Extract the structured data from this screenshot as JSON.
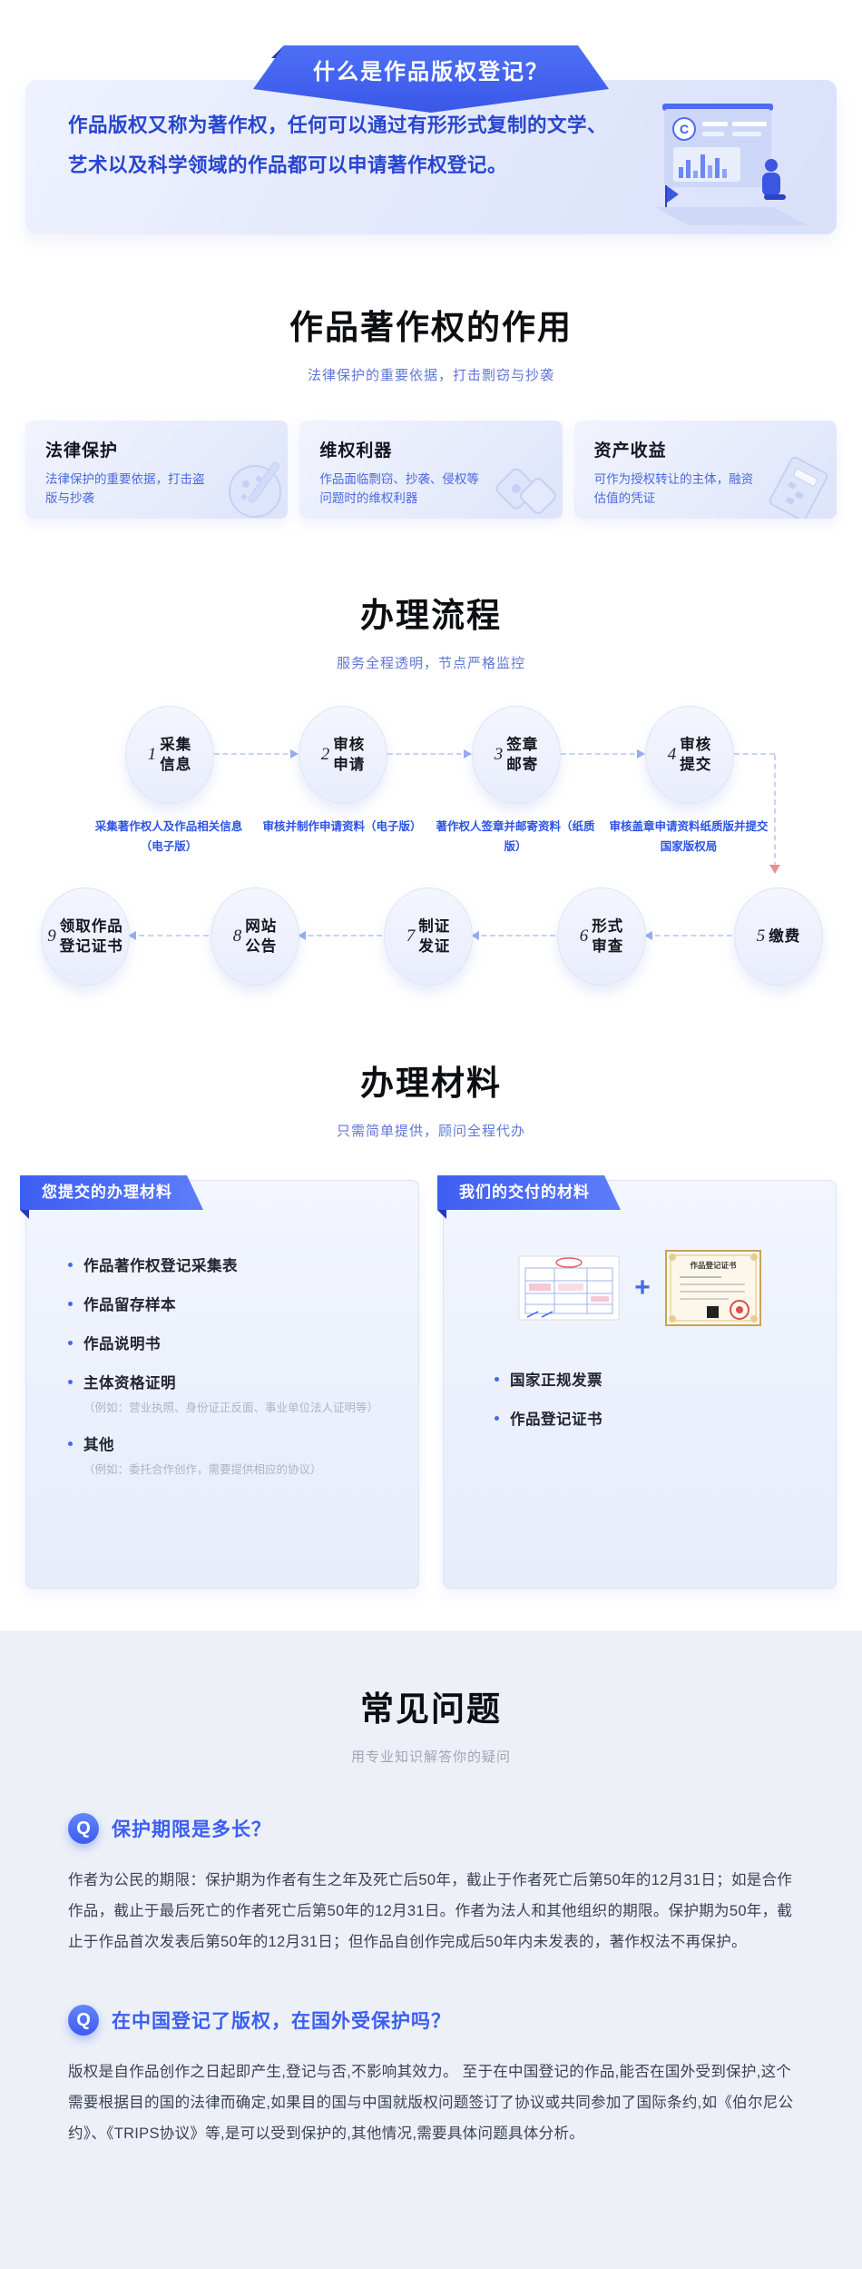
{
  "banner": {
    "ribbon_title": "什么是作品版权登记？",
    "desc_line1": "作品版权又称为著作权，任何可以通过有形形式复制的文学、",
    "desc_line2": "艺术以及科学领域的作品都可以申请著作权登记。",
    "illustration": "presentation-board-with-chart-and-person",
    "board_badge": "C"
  },
  "roles": {
    "title": "作品著作权的作用",
    "subtitle": "法律保护的重要依据，打击剽窃与抄袭",
    "cards": [
      {
        "title": "法律保护",
        "desc": "法律保护的重要依据，打击盗版与抄袭",
        "icon": "palette-icon"
      },
      {
        "title": "维权利器",
        "desc": "作品面临剽窃、抄袭、侵权等问题时的维权利器",
        "icon": "seal-stamp-icon"
      },
      {
        "title": "资产收益",
        "desc": "可作为授权转让的主体，融资估值的凭证",
        "icon": "calculator-icon"
      }
    ]
  },
  "process": {
    "title": "办理流程",
    "subtitle": "服务全程透明，节点严格监控",
    "steps_row1": [
      {
        "num": "1",
        "line1": "采集",
        "line2": "信息",
        "desc": "采集著作权人及作品相关信息（电子版）"
      },
      {
        "num": "2",
        "line1": "审核",
        "line2": "申请",
        "desc": "审核并制作申请资料（电子版）"
      },
      {
        "num": "3",
        "line1": "签章",
        "line2": "邮寄",
        "desc": "著作权人签章并邮寄资料（纸质版）"
      },
      {
        "num": "4",
        "line1": "审核",
        "line2": "提交",
        "desc": "审核盖章申请资料纸质版并提交国家版权局"
      }
    ],
    "steps_row2": [
      {
        "num": "9",
        "line1": "领取作品",
        "line2": "登记证书"
      },
      {
        "num": "8",
        "line1": "网站",
        "line2": "公告"
      },
      {
        "num": "7",
        "line1": "制证",
        "line2": "发证"
      },
      {
        "num": "6",
        "line1": "形式",
        "line2": "审查"
      },
      {
        "num": "5",
        "line1": "缴费",
        "line2": ""
      }
    ]
  },
  "materials": {
    "title": "办理材料",
    "subtitle": "只需简单提供，顾问全程代办",
    "left_panel": {
      "header": "您提交的办理材料",
      "items": [
        {
          "text": "作品著作权登记采集表"
        },
        {
          "text": "作品留存样本"
        },
        {
          "text": "作品说明书"
        },
        {
          "text": "主体资格证明",
          "note": "（例如：营业执照、身份证正反面、事业单位法人证明等）"
        },
        {
          "text": "其他",
          "note": "（例如：委托合作创作，需要提供相应的协议）"
        }
      ]
    },
    "right_panel": {
      "header": "我们的交付的材料",
      "plus_sign": "+",
      "invoice_image": "tax-invoice-thumbnail",
      "certificate_image": "copyright-certificate-thumbnail",
      "certificate_title": "作品登记证书",
      "items": [
        {
          "text": "国家正规发票"
        },
        {
          "text": "作品登记证书"
        }
      ]
    }
  },
  "faq": {
    "title": "常见问题",
    "subtitle": "用专业知识解答你的疑问",
    "q_badge": "Q",
    "items": [
      {
        "question": "保护期限是多长？",
        "answer": "作者为公民的期限：保护期为作者有生之年及死亡后50年，截止于作者死亡后第50年的12月31日；如是合作作品，截止于最后死亡的作者死亡后第50年的12月31日。作者为法人和其他组织的期限。保护期为50年，截止于作品首次发表后第50年的12月31日；但作品自创作完成后50年内未发表的，著作权法不再保护。"
      },
      {
        "question": "在中国登记了版权，在国外受保护吗？",
        "answer": "版权是自作品创作之日起即产生,登记与否,不影响其效力。 至于在中国登记的作品,能否在国外受到保护,这个需要根据目的国的法律而确定,如果目的国与中国就版权问题签订了协议或共同参加了国际条约,如《伯尔尼公约》、《TRIPS协议》等,是可以受到保护的,其他情况,需要具体问题具体分析。"
      }
    ]
  },
  "colors": {
    "accent_blue": "#3f5ef2",
    "ribbon_fold": "#1d33b5",
    "subtitle_blue": "#5f76d8",
    "subtitle_gray": "#a0a6b4",
    "faq_background": "#edf0f7",
    "down_arrow": "#ea8f8f"
  }
}
